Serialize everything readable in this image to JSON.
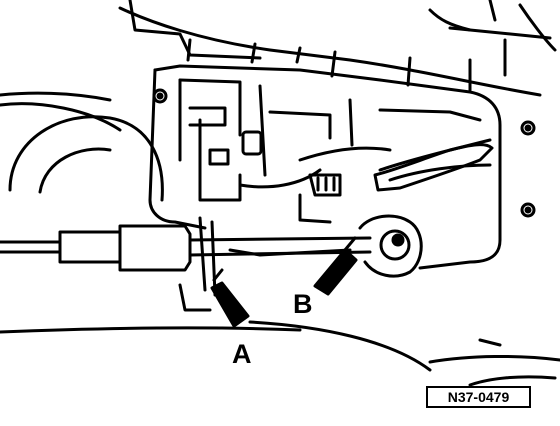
{
  "figure": {
    "callouts": {
      "a": "A",
      "b": "B"
    },
    "reference_code": "N37-0479",
    "ink_color": "#000000",
    "paper_color": "#ffffff"
  },
  "icons": [
    "pointer-arrow-icon",
    "pointer-arrow-icon"
  ]
}
